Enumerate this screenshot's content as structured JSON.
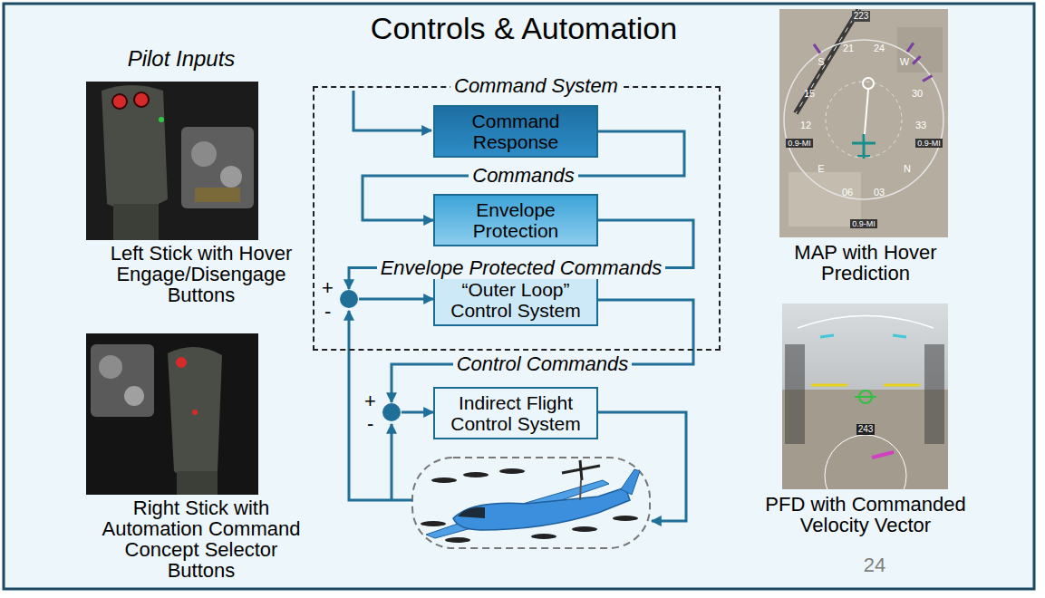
{
  "diagram": {
    "title": "Controls & Automation",
    "nodes": [
      {
        "text": [
          "Command System"
        ]
      },
      {
        "text": [
          "Command Response"
        ],
        "in": 0
      },
      {
        "text": [
          "Envelope Protection"
        ],
        "in": 0
      },
      {
        "text": [
          "+",
          "-"
        ],
        "in": 0
      },
      {
        "text": [
          "“Outer Loop” Control System"
        ],
        "in": 0
      },
      {
        "text": [
          "+",
          "-"
        ]
      },
      {
        "text": [
          "Indirect Flight Control System"
        ]
      }
    ],
    "edges": [
      {
        "from": 1,
        "to": 2,
        "arrow": "to",
        "label": "Commands"
      },
      {
        "from": 2,
        "to": 3,
        "arrow": "to",
        "label": "Envelope Protected Commands"
      },
      {
        "from": 3,
        "to": 4,
        "arrow": "to"
      },
      {
        "from": 4,
        "to": 5,
        "arrow": "to",
        "label": "Control Commands"
      },
      {
        "from": 5,
        "to": 6,
        "arrow": "to"
      }
    ],
    "labels": [
      "Pilot Inputs",
      "Left Stick with Hover Engage/Disengage Buttons",
      "Right Stick with Automation Command Concept Selector Buttons",
      "MAP with Hover Prediction",
      "PFD with Commanded Velocity Vector",
      "24",
      "223",
      "S",
      "21",
      "24",
      "W",
      "15",
      "30",
      "12",
      "33",
      "0.9-MI",
      "0.9-MI",
      "E",
      "N",
      "06",
      "03",
      "0.9-MI",
      "243"
    ]
  }
}
